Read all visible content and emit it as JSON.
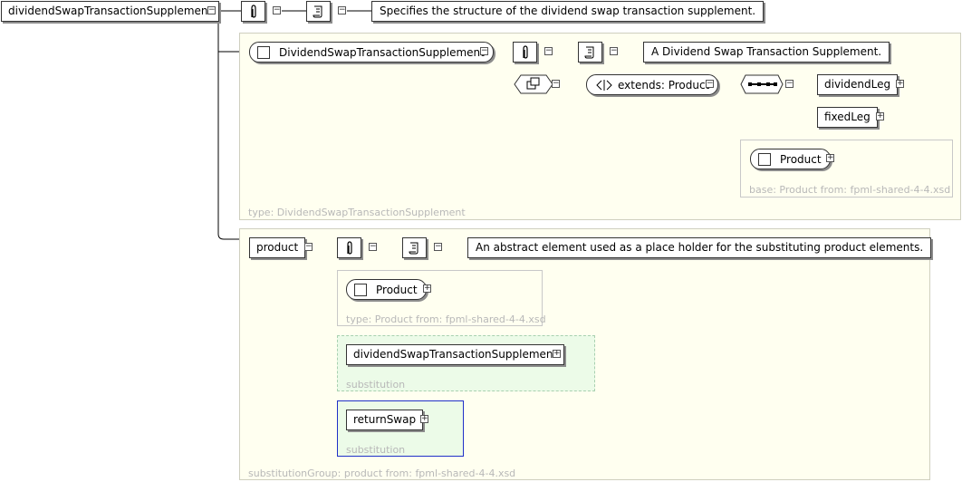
{
  "root": {
    "label": "dividendSwapTransactionSupplement",
    "documentation": "Specifies the structure of the dividend swap transaction supplement."
  },
  "complexType": {
    "label": "DividendSwapTransactionSupplement",
    "documentation": "A Dividend Swap Transaction Supplement.",
    "extends_label": "extends: Product",
    "sequence_children": [
      "dividendLeg",
      "fixedLeg"
    ],
    "base_element": "Product",
    "base_caption": "base: Product from: fpml-shared-4-4.xsd",
    "type_caption": "type: DividendSwapTransactionSupplement"
  },
  "product": {
    "label": "product",
    "documentation": "An abstract element used as a place holder for the substituting product elements.",
    "type_element": "Product",
    "type_caption": "type: Product from: fpml-shared-4-4.xsd",
    "substitutions": [
      {
        "label": "dividendSwapTransactionSupplement",
        "caption": "substitution"
      },
      {
        "label": "returnSwap",
        "caption": "substitution"
      }
    ],
    "group_caption": "substitutionGroup: product from: fpml-shared-4-4.xsd"
  },
  "toggle_glyph": {
    "expanded": "−",
    "collapsed": "+"
  },
  "icons": [
    "annotation-icon",
    "documentation-icon",
    "extension-icon",
    "sequence-icon"
  ],
  "colors": {
    "panel": "#fffff0",
    "substitution": "#ecfbe8",
    "selected_border": "#2030c8"
  }
}
